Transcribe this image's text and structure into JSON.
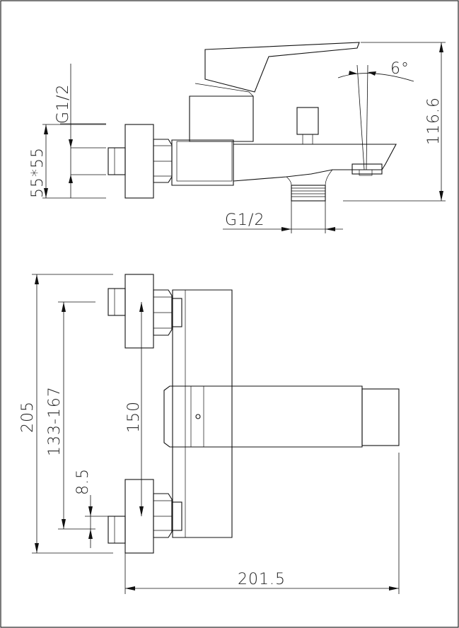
{
  "dimensions": {
    "top_inlet_thread": "G1/2",
    "inlet_flange": "55*55",
    "spout_angle": "6°",
    "overall_height": "116.6",
    "outlet_thread": "G1/2",
    "overall_length": "205",
    "center_distance_range": "133-167",
    "center_distance": "150",
    "offset": "8.5",
    "projection": "201.5"
  },
  "colors": {
    "line": "#111111",
    "background": "#ffffff"
  }
}
